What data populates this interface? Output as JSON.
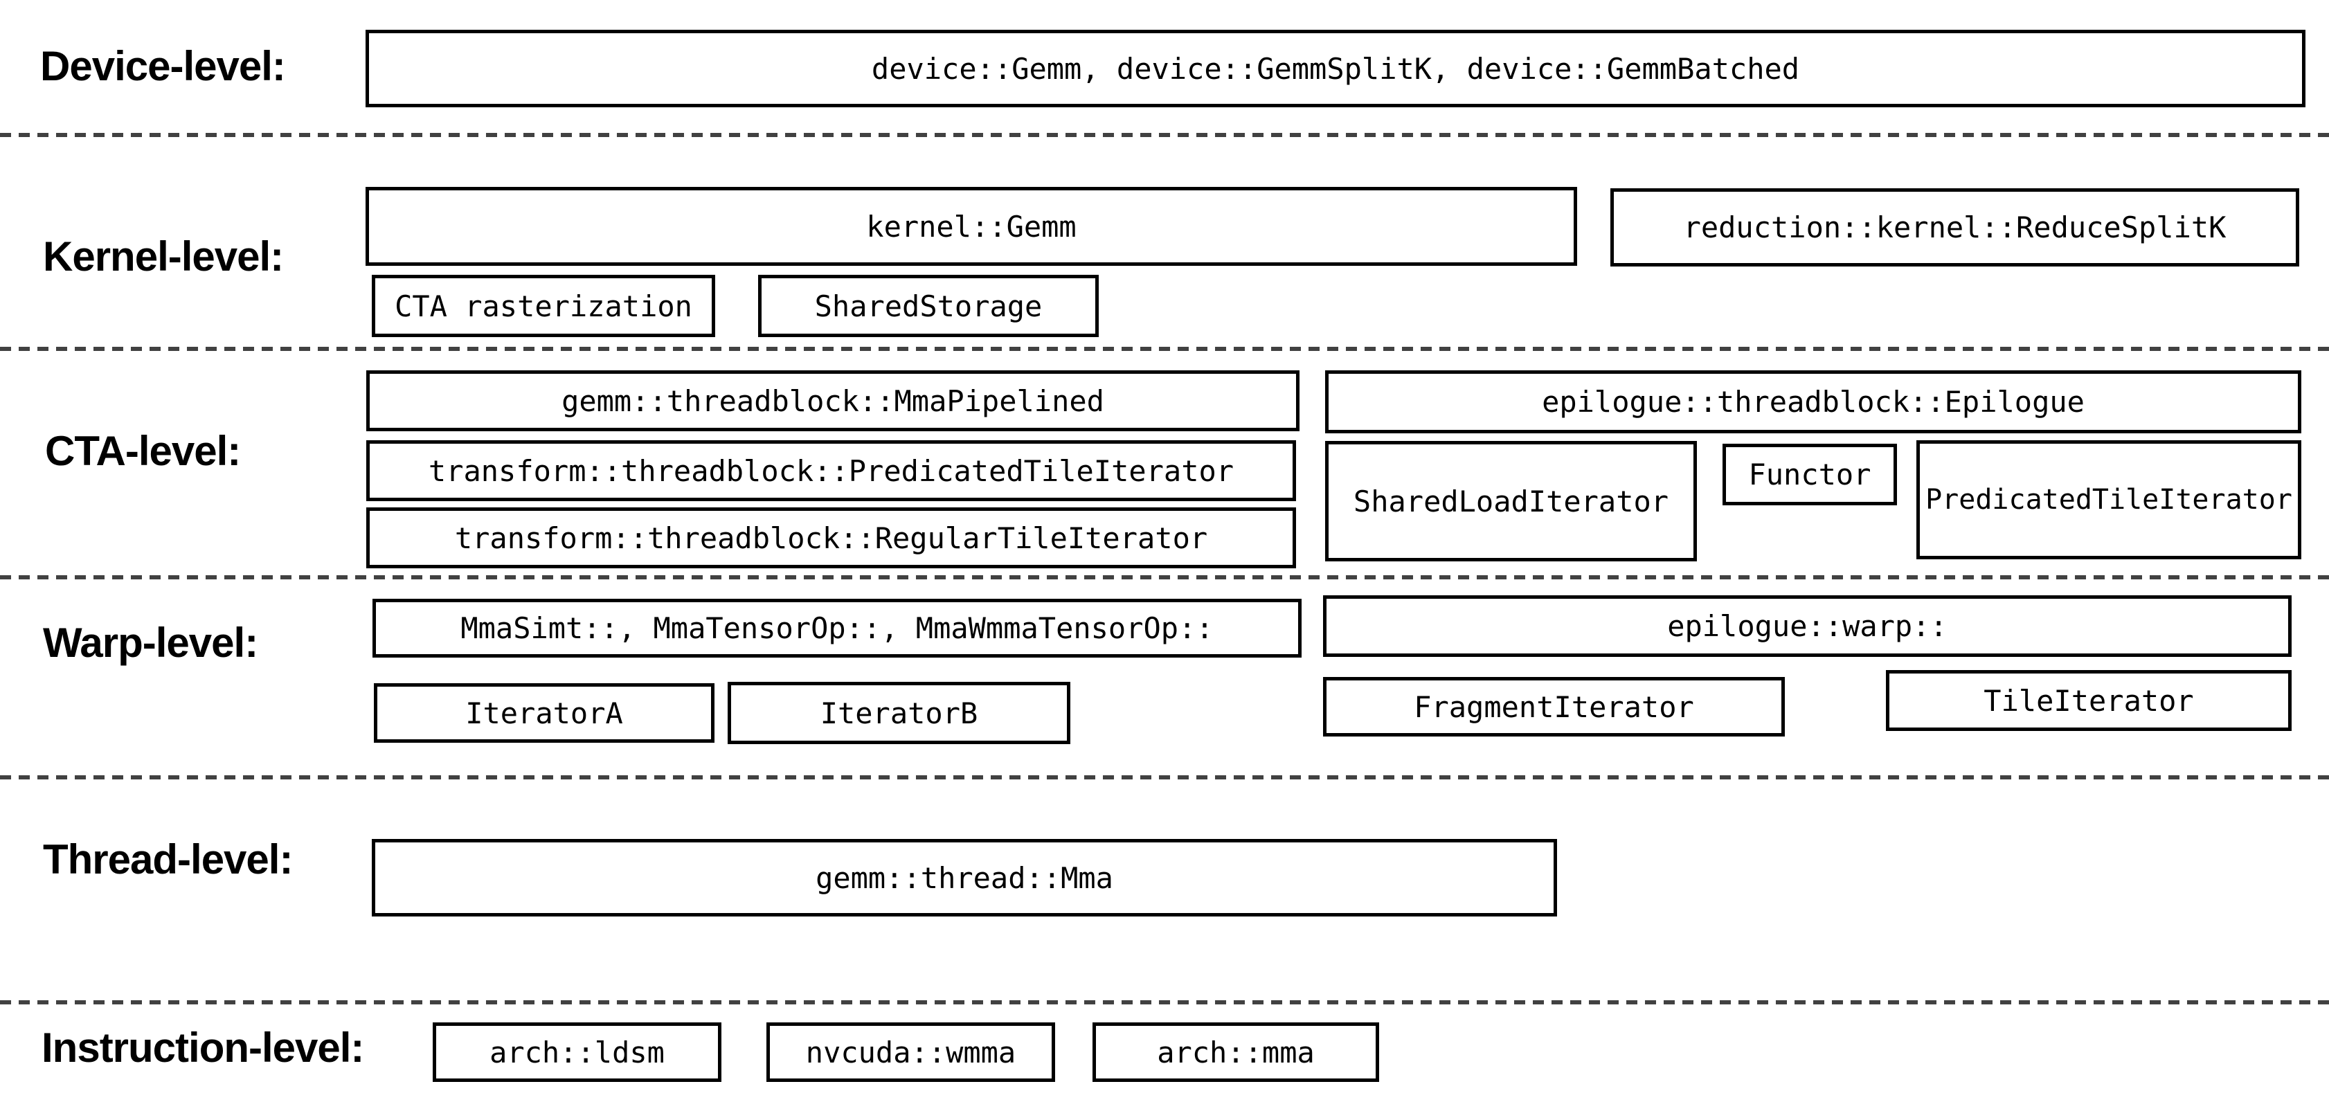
{
  "diagram": {
    "title": "GEMM hierarchy levels diagram",
    "levels": {
      "device": {
        "label": "Device-level:"
      },
      "kernel": {
        "label": "Kernel-level:"
      },
      "cta": {
        "label": "CTA-level:"
      },
      "warp": {
        "label": "Warp-level:"
      },
      "thread": {
        "label": "Thread-level:"
      },
      "instruction": {
        "label": "Instruction-level:"
      }
    },
    "boxes": {
      "device_gemm": "device::Gemm, device::GemmSplitK, device::GemmBatched",
      "kernel_gemm": "kernel::Gemm",
      "reduce_splitk": "reduction::kernel::ReduceSplitK",
      "cta_rasterization": "CTA rasterization",
      "shared_storage": "SharedStorage",
      "mma_pipelined": "gemm::threadblock::MmaPipelined",
      "predicated_tile_iterator_transform": "transform::threadblock::PredicatedTileIterator",
      "regular_tile_iterator": "transform::threadblock::RegularTileIterator",
      "epilogue_threadblock": "epilogue::threadblock::Epilogue",
      "shared_load_iterator": "SharedLoadIterator",
      "functor": "Functor",
      "predicated_tile_iterator_epilogue": "PredicatedTileIterator",
      "mma_warp_variants": "MmaSimt::, MmaTensorOp::, MmaWmmaTensorOp::",
      "epilogue_warp": "epilogue::warp::",
      "iterator_a": "IteratorA",
      "iterator_b": "IteratorB",
      "fragment_iterator": "FragmentIterator",
      "tile_iterator": "TileIterator",
      "thread_mma": "gemm::thread::Mma",
      "arch_ldsm": "arch::ldsm",
      "nvcuda_wmma": "nvcuda::wmma",
      "arch_mma": "arch::mma"
    },
    "colors": {
      "background": "#ffffff",
      "box_border": "#000000",
      "text": "#000000",
      "separator": "#414141"
    }
  }
}
